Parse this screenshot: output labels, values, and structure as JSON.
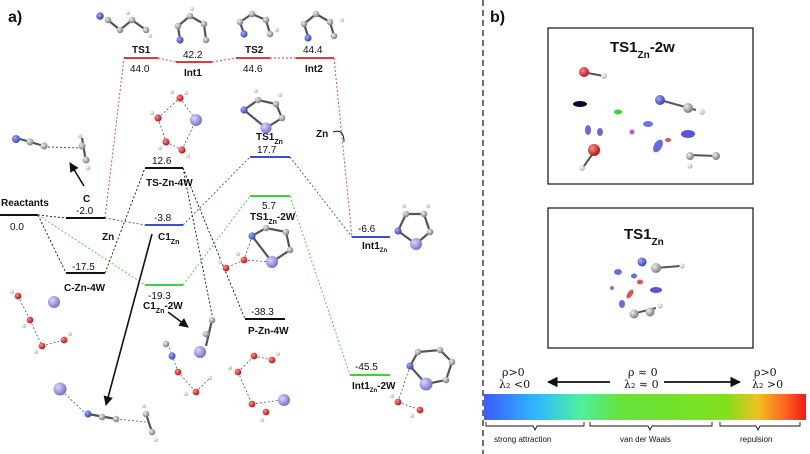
{
  "panel_a": {
    "label": "a)",
    "levels": {
      "reactants": {
        "name": "Reactants",
        "value": "0.0"
      },
      "c": {
        "name": "C",
        "value": "-2.0"
      },
      "c_zn_4w": {
        "name": "C-Zn-4W",
        "value": "-17.5"
      },
      "ts1": {
        "name": "TS1",
        "value": "44.0"
      },
      "int1": {
        "name": "Int1",
        "value": "42.2"
      },
      "ts2": {
        "name": "TS2",
        "value": "44.6"
      },
      "int2": {
        "name": "Int2",
        "value": "44.4"
      },
      "ts_zn_4w": {
        "name": "TS-Zn-4W",
        "value": "12.6"
      },
      "c1zn": {
        "name": "C1",
        "sub": "Zn",
        "value": "-3.8"
      },
      "ts1zn": {
        "name": "TS1",
        "sub": "Zn",
        "value": "17.7"
      },
      "int1zn": {
        "name": "Int1",
        "sub": "Zn",
        "value": "-6.6"
      },
      "ts1zn_2w": {
        "name": "TS1",
        "sub": "Zn",
        "suffix": "-2W",
        "value": "5.7"
      },
      "c1zn_2w": {
        "name": "C1",
        "sub": "Zn",
        "suffix": "-2W",
        "value": "-19.3"
      },
      "p_zn_4w": {
        "name": "P-Zn-4W",
        "value": "-38.3"
      },
      "int1zn_2w": {
        "name": "Int1",
        "sub": "Zn",
        "suffix": "-2W",
        "value": "-45.5"
      }
    },
    "zn_labels": {
      "left": "Zn",
      "right": "Zn"
    }
  },
  "panel_b": {
    "label": "b)",
    "box1": {
      "name": "TS1",
      "sub": "Zn",
      "suffix": "-2w"
    },
    "box2": {
      "name": "TS1",
      "sub": "Zn",
      "suffix": ""
    },
    "rho_left": "ρ>0",
    "lambda_left": "λ₂ <0",
    "rho_mid": "ρ ≈ 0",
    "lambda_mid": "λ₂ ≈ 0",
    "rho_right": "ρ>0",
    "lambda_right": "λ₂ >0",
    "legend": [
      "strong attraction",
      "van der Waals",
      "repulsion"
    ]
  },
  "colors": {
    "black": "#111111",
    "red": "#e03a3a",
    "blue": "#3a4fd0",
    "green": "#37d437",
    "zn_atom": "#8c8cd8",
    "oxygen": "#d62020",
    "carbon": "#8a8a8a"
  }
}
